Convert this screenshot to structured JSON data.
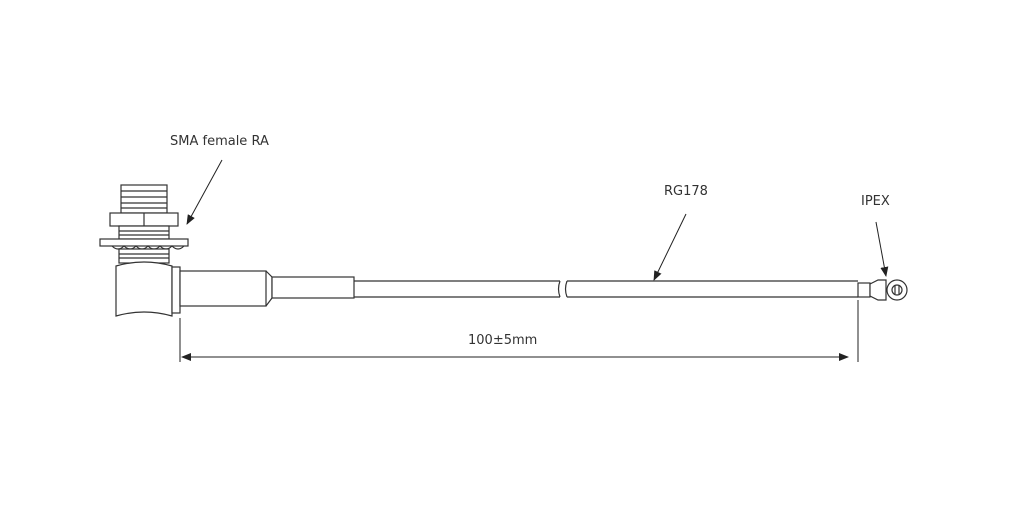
{
  "labels": {
    "sma": "SMA female RA",
    "cable": "RG178",
    "ipex": "IPEX",
    "length": "100±5mm"
  }
}
